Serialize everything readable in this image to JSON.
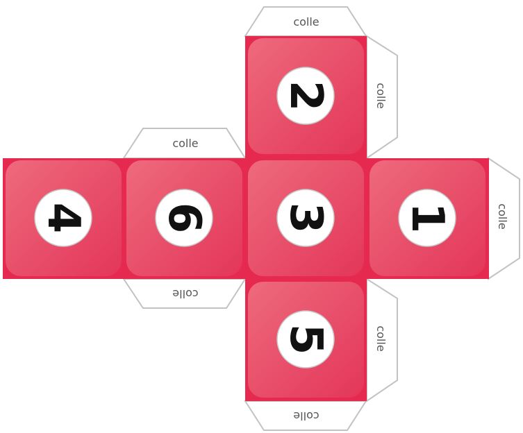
{
  "colors": {
    "face_base": "#e5294f",
    "face_light": "#ee6a7c",
    "face_dark": "#e33659",
    "tab_stroke": "#c2c2c2",
    "tab_fill": "#ffffff",
    "circle_fill": "#ffffff",
    "circle_stroke": "#c8c8c8",
    "number_color": "#111111",
    "glue_text_color": "#555555"
  },
  "faces": [
    {
      "id": "top",
      "number": "2"
    },
    {
      "id": "left",
      "number": "4"
    },
    {
      "id": "center-left",
      "number": "6"
    },
    {
      "id": "center",
      "number": "3"
    },
    {
      "id": "right",
      "number": "1"
    },
    {
      "id": "bottom",
      "number": "5"
    }
  ],
  "glue_tabs": [
    {
      "id": "top-top",
      "label": "colle"
    },
    {
      "id": "top-right",
      "label": "colle"
    },
    {
      "id": "center-left-top",
      "label": "colle"
    },
    {
      "id": "right-right",
      "label": "colle"
    },
    {
      "id": "center-left-bottom",
      "label": "colle"
    },
    {
      "id": "bottom-right",
      "label": "colle"
    },
    {
      "id": "bottom-bottom",
      "label": "colle"
    }
  ]
}
